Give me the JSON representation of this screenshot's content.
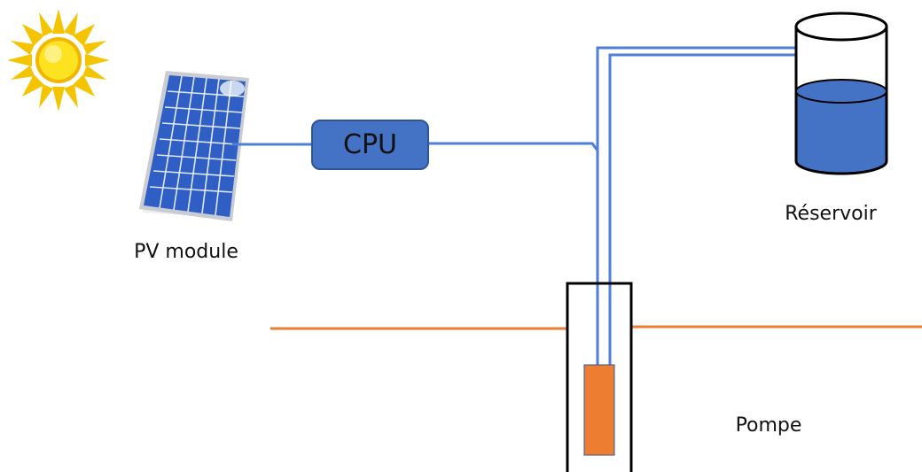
{
  "labels": {
    "pv_module": "PV module",
    "cpu": "CPU",
    "reservoir": "Réservoir",
    "pump": "Pompe"
  },
  "colors": {
    "pipe": "#4f7fd8",
    "cpu_fill": "#4472c4",
    "cpu_border": "#2f5597",
    "water": "#4472c4",
    "pump_body": "#ed7d31",
    "ground_line": "#ed7d31",
    "well_border": "#000000",
    "sun_core": "#fde21f",
    "sun_rays": "#f5c400",
    "panel_cell": "#2f5fc4",
    "panel_frame": "#c9ccd2"
  }
}
